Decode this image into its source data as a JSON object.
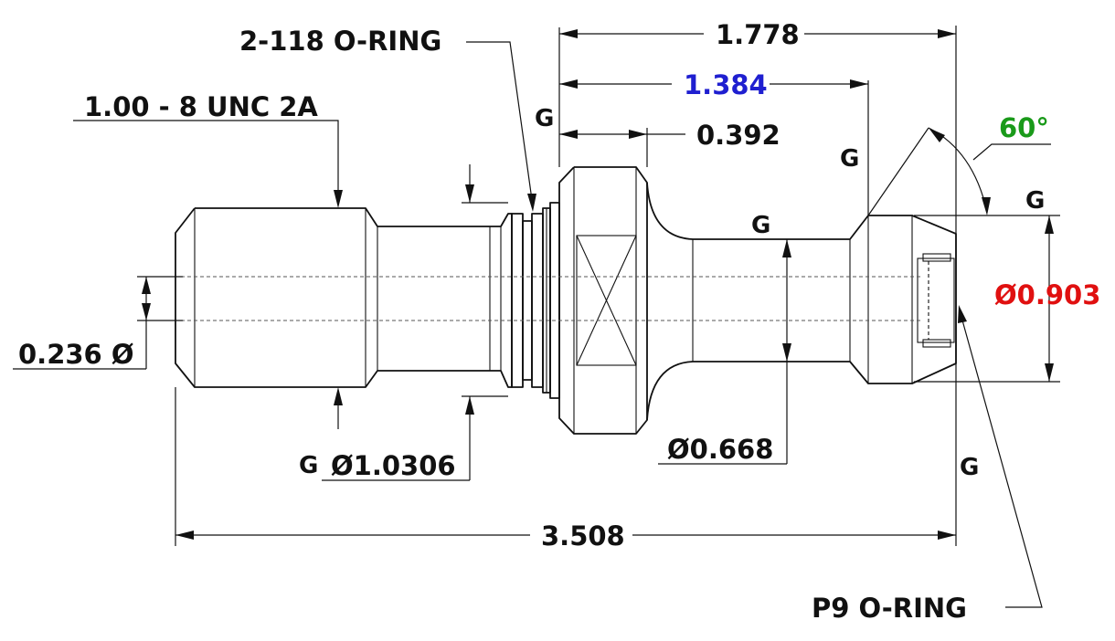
{
  "labels": {
    "oring_top": "2-118 O-RING",
    "thread": "1.00 - 8 UNC 2A",
    "overall_pin": "1.778",
    "dist_blue": "1.384",
    "flange": "0.392",
    "angle": "60°",
    "dia_red": "Ø0.903",
    "dia_small": "0.236 Ø",
    "dia_groove": "Ø1.0306",
    "dia_neck": "Ø0.668",
    "overall": "3.508",
    "oring_bottom": "P9 O-RING",
    "g": "G"
  },
  "colors": {
    "blue": "#1f1fd0",
    "green": "#1a9a1a",
    "red": "#e01010",
    "line": "#111111"
  }
}
